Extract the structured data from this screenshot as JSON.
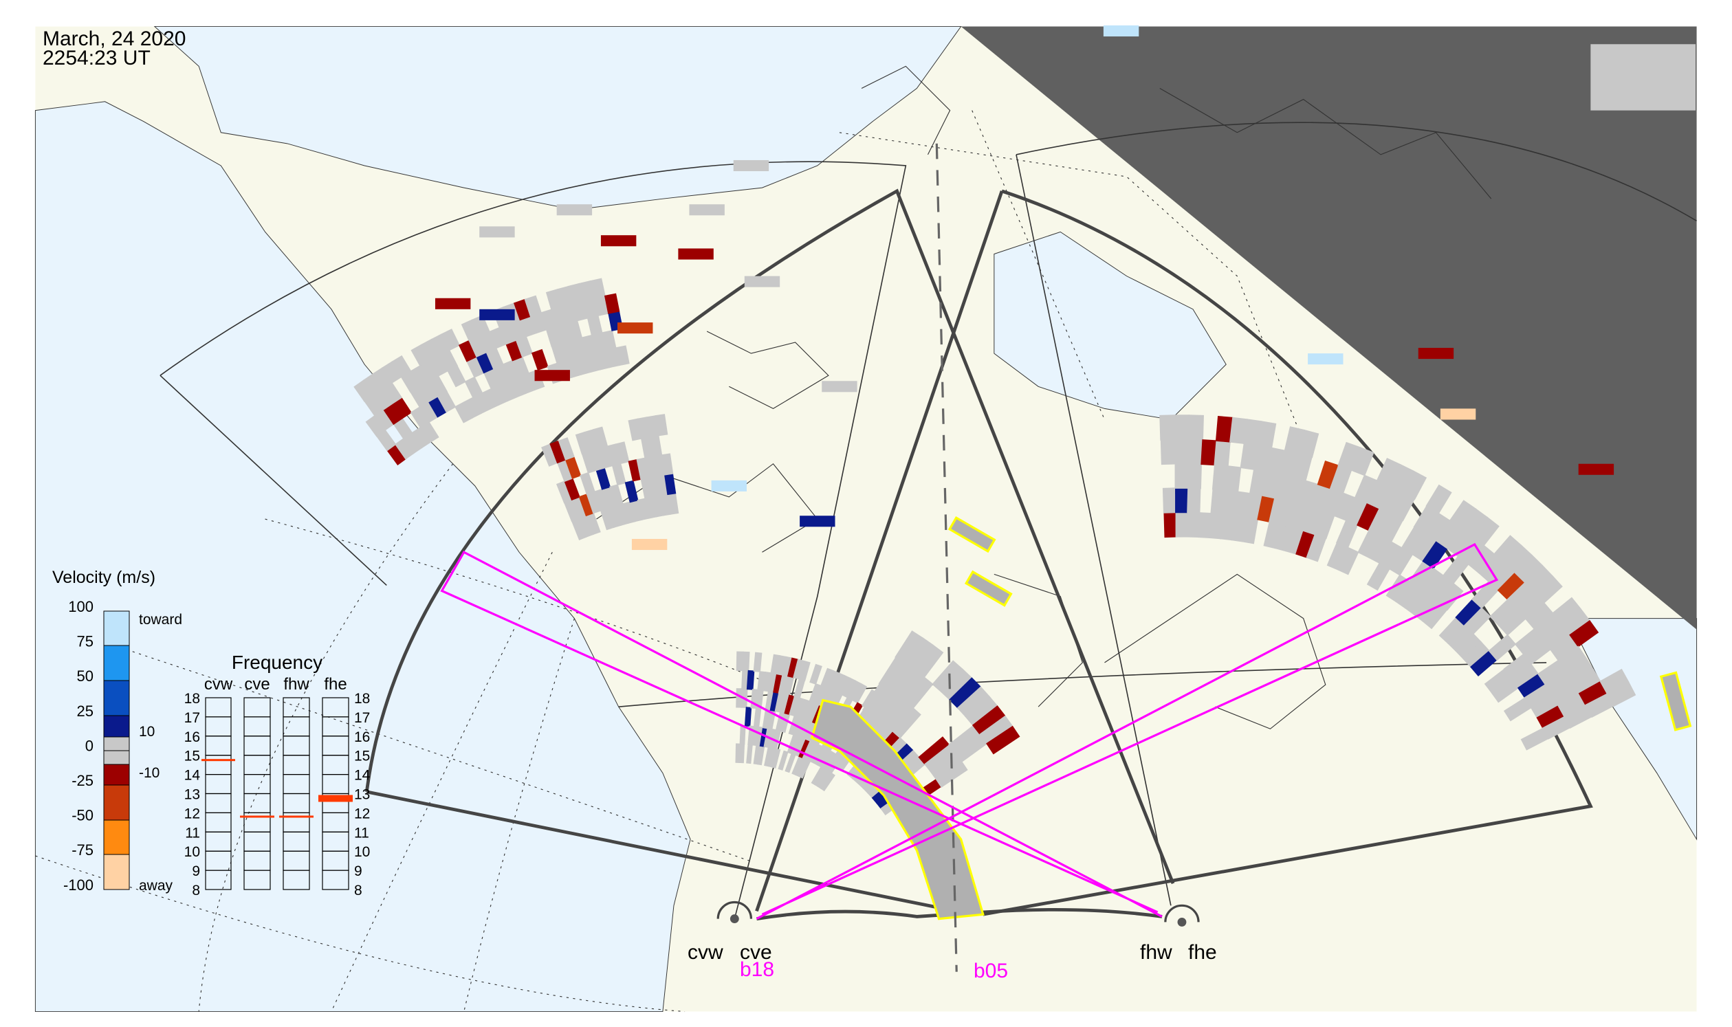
{
  "header": {
    "date": "March, 24 2020",
    "time": "2254:23 UT"
  },
  "velocity_legend": {
    "title": "Velocity (m/s)",
    "ticks": [
      "100",
      "75",
      "50",
      "25",
      "0",
      "-25",
      "-50",
      "-75",
      "-100"
    ],
    "toward_label": "toward",
    "away_label": "away",
    "ground_scatter_upper": "10",
    "ground_scatter_lower": "-10",
    "colors": [
      "#bfe4fb",
      "#1e96f0",
      "#0a4fc0",
      "#0a1a8c",
      "#c8c8c8",
      "#c8c8c8",
      "#9c0000",
      "#c83a0a",
      "#ff8a10",
      "#ffd2a4"
    ]
  },
  "frequency_panel": {
    "title": "Frequency",
    "radars": [
      "cvw",
      "cve",
      "fhw",
      "fhe"
    ],
    "ticks": [
      "18",
      "17",
      "16",
      "15",
      "14",
      "13",
      "12",
      "11",
      "10",
      "9",
      "8"
    ],
    "frequencies_mhz": [
      14.75,
      11.8,
      11.8,
      12.75
    ],
    "mark_color": "#ff3a00"
  },
  "radar_sites": [
    {
      "west": "cvw",
      "east": "cve",
      "beam": "b18"
    },
    {
      "west": "fhw",
      "east": "fhe",
      "beam": "b05"
    }
  ],
  "colors": {
    "ocean": "#e8f4fd",
    "land": "#f8f8ea",
    "night": "#606060",
    "beam": "#ff00ff",
    "highlight": "#ffff00",
    "fov": "#454545"
  }
}
